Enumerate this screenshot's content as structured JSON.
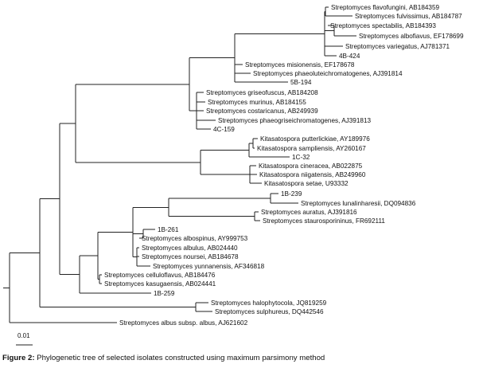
{
  "leaves": [
    "Streptomyces flavofungini, AB184359",
    "Streptomyces fulvissimus, AB184787",
    "Streptomyces spectabilis, AB184393",
    "Streptomyces albofiavus, EF178699",
    "Streptomyces variegatus, AJ781371",
    "4B-424",
    "Streptomyces misionensis, EF178678",
    "Streptomyces phaeoluteichromatogenes, AJ391814",
    "5B-194",
    "Streptomyces griseofuscus, AB184208",
    "Streptomyces murinus, AB184155",
    "Streptomyces costaricanus, AB249939",
    "Streptomyces phaeogriseichromatogenes, AJ391813",
    "4C-159",
    "Kitasatospora putterlickiae, AY189976",
    "Kitasatospora sampliensis, AY260167",
    "1C-32",
    "Kitasatospora cineracea, AB022875",
    "Kitasatospora niigatensis, AB249960",
    "Kitasatospora setae, U93332",
    "1B-239",
    "Streptomyces lunalinharesii, DQ094836",
    "Streptomyces auratus, AJ391816",
    "Streptomyces staurosporininus, FR692111",
    "1B-261",
    "Streptomyces albospinus, AY999753",
    "Streptomyces albulus, AB024440",
    "Streptomyces noursei, AB184678",
    "Streptomyces yunnanensis, AF346818",
    "Streptomyces celluloflavus, AB184476",
    "Streptomyces kasugaensis, AB024441",
    "1B-259",
    "Streptomyces halophytocola, JQ819259",
    "Streptomyces sulphureus, DQ442546",
    "Streptomyces albus subsp. albus, AJ621602"
  ],
  "scale_bar": "0.01",
  "caption": {
    "label": "Figure 2:",
    "text": " Phylogenetic tree of selected isolates constructed using maximum parsimony method"
  }
}
